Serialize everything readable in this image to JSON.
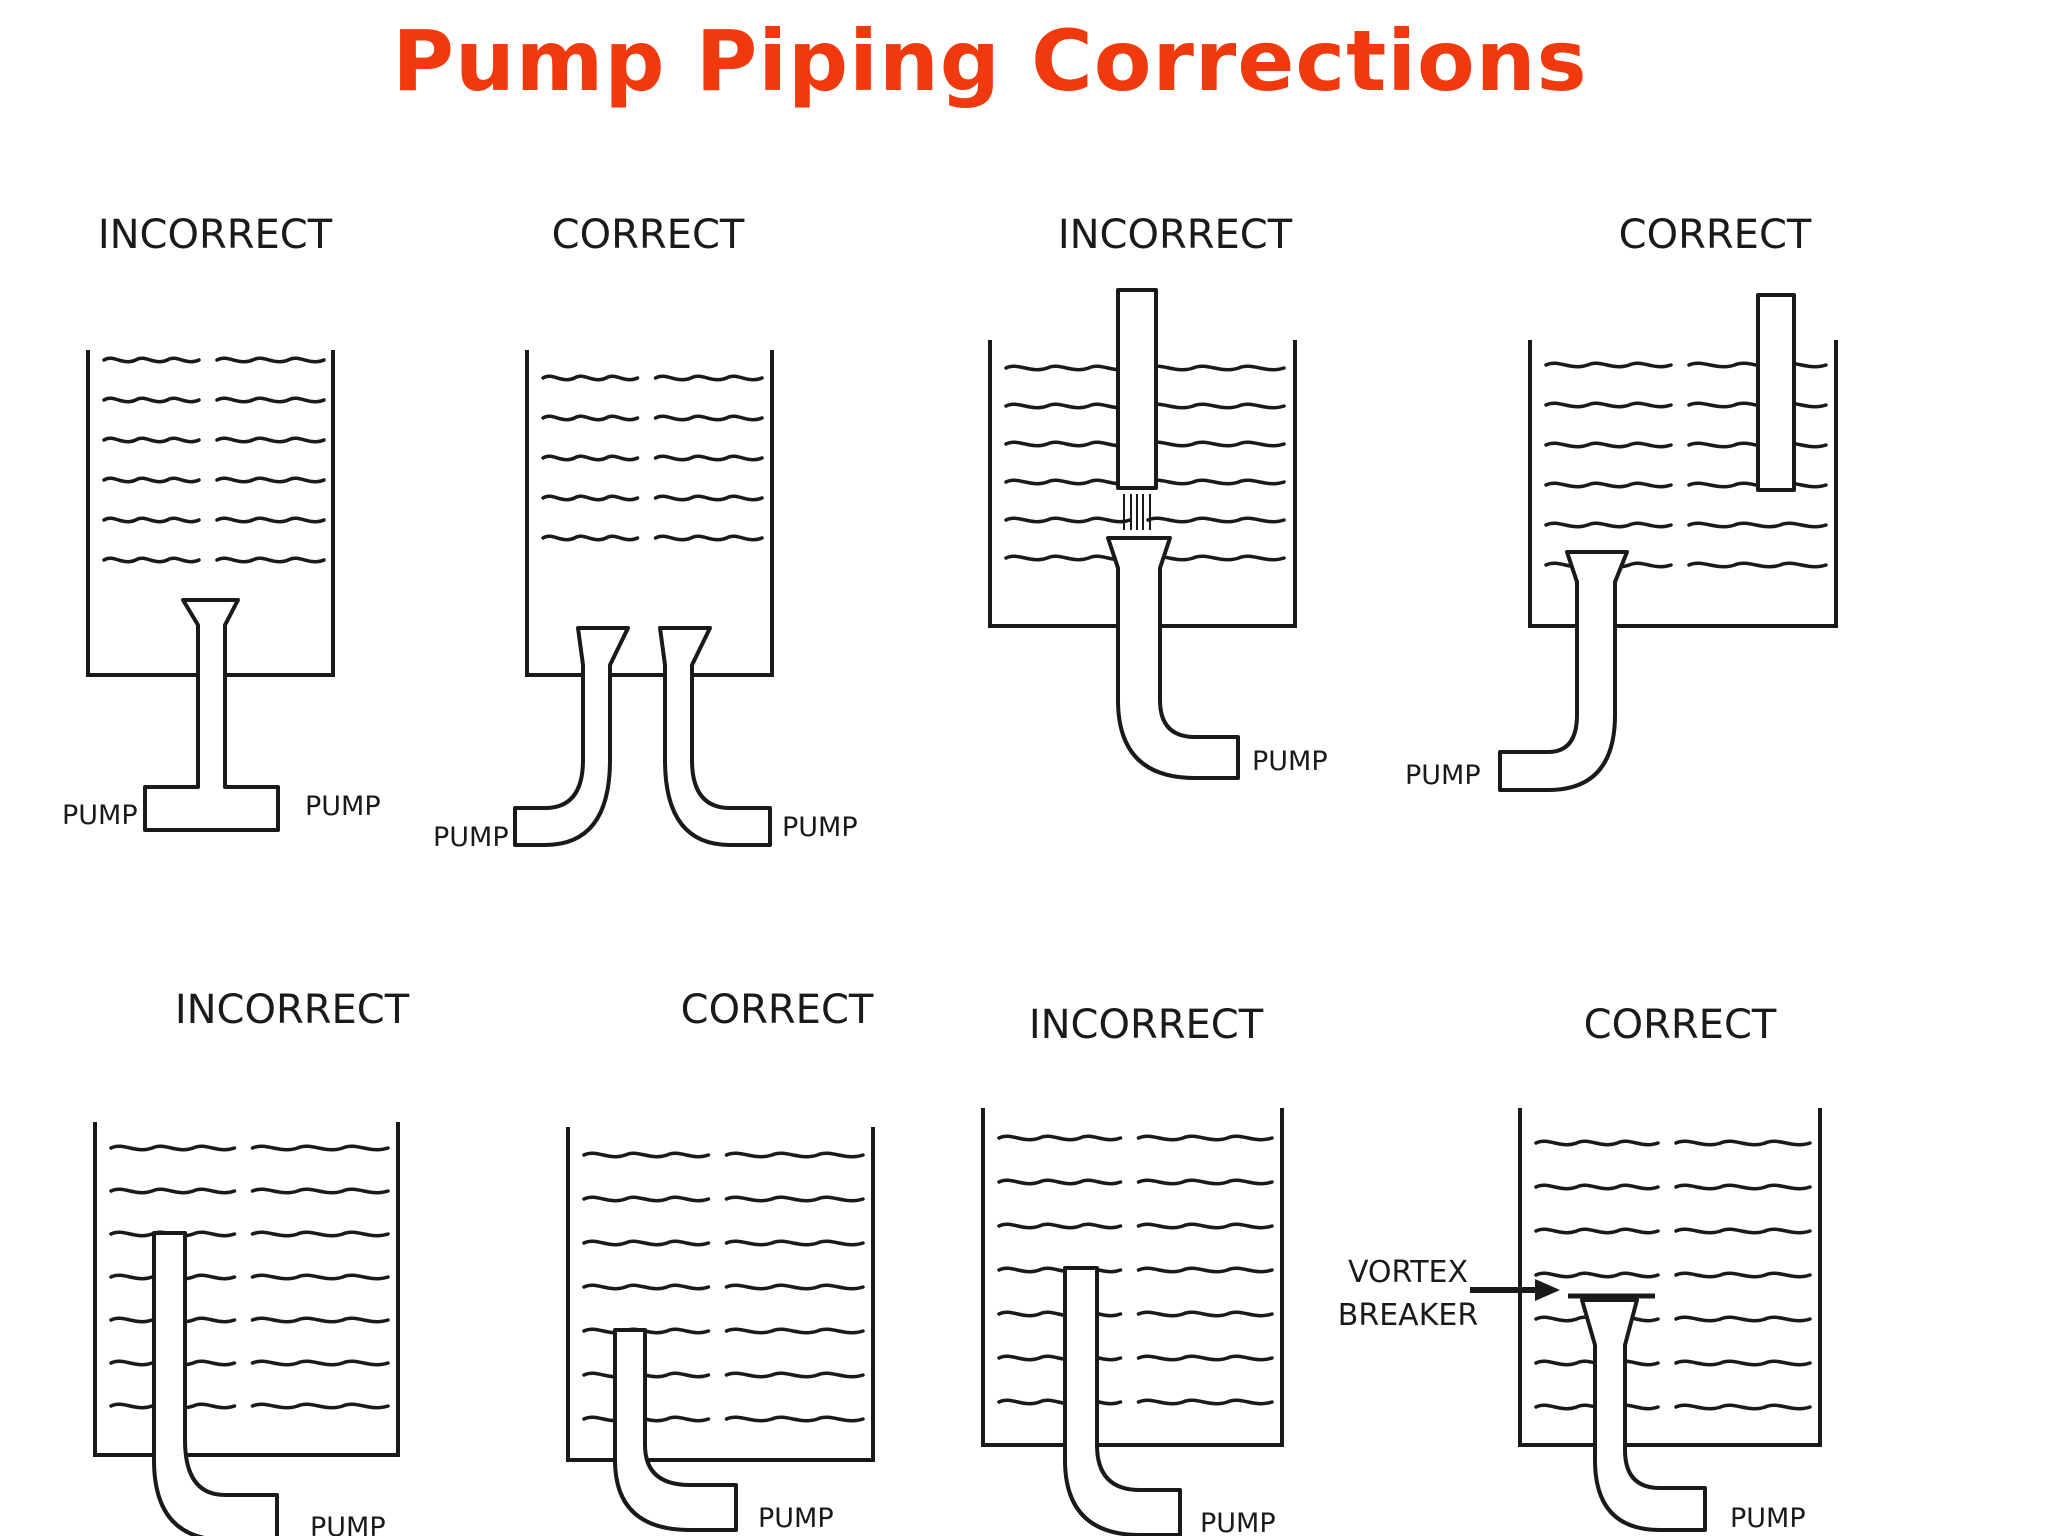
{
  "title": "Pump Piping Corrections",
  "colors": {
    "title": "#f03a0e",
    "ink": "#1a1a1a",
    "background": "#ffffff"
  },
  "panels": [
    {
      "heading": "INCORRECT",
      "labels": [
        "PUMP",
        "PUMP"
      ]
    },
    {
      "heading": "CORRECT",
      "labels": [
        "PUMP",
        "PUMP"
      ]
    },
    {
      "heading": "INCORRECT",
      "labels": [
        "PUMP"
      ]
    },
    {
      "heading": "CORRECT",
      "labels": [
        "PUMP"
      ]
    },
    {
      "heading": "INCORRECT",
      "labels": [
        "PUMP"
      ]
    },
    {
      "heading": "CORRECT",
      "labels": [
        "PUMP"
      ]
    },
    {
      "heading": "INCORRECT",
      "labels": [
        "PUMP"
      ]
    },
    {
      "heading": "CORRECT",
      "labels": [
        "PUMP"
      ],
      "annotation": [
        "VORTEX",
        "BREAKER"
      ]
    }
  ]
}
